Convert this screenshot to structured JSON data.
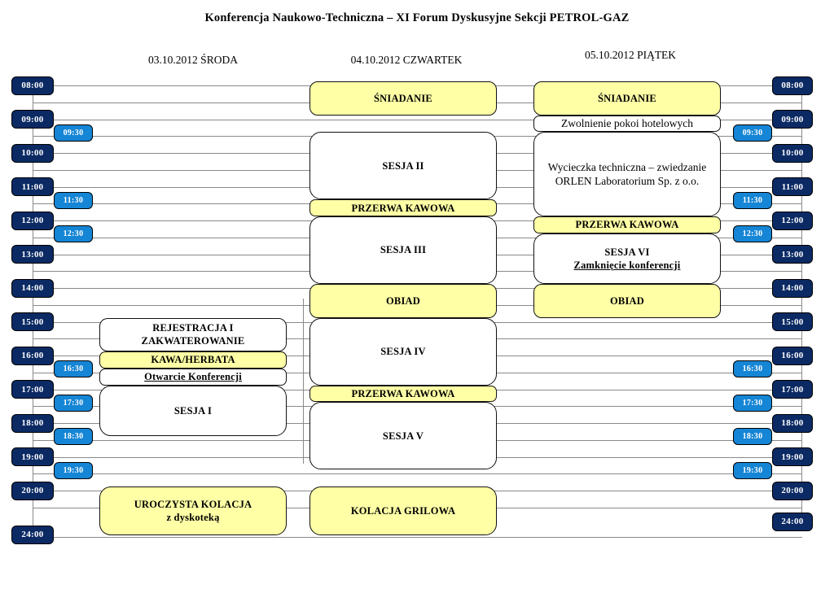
{
  "title": "Konferencja Naukowo-Techniczna – XI Forum Dyskusyjne Sekcji PETROL-GAZ",
  "days": [
    {
      "header": "03.10.2012 ŚRODA",
      "events": [
        {
          "lines": [
            "REJESTRACJA I",
            "ZAKWATEROWANIE"
          ],
          "kind": "session",
          "start": "15:00",
          "end": "16:00"
        },
        {
          "lines": [
            "KAWA/HERBATA"
          ],
          "kind": "break",
          "start": "16:00",
          "end": "16:30"
        },
        {
          "lines": [
            {
              "t": "Otwarcie Konferencji",
              "u": true
            }
          ],
          "kind": "session",
          "start": "16:30",
          "end": "17:00"
        },
        {
          "lines": [
            "SESJA I"
          ],
          "kind": "session",
          "start": "17:00",
          "end": "18:30"
        },
        {
          "lines": [
            "UROCZYSTA KOLACJA",
            "z dyskoteką"
          ],
          "kind": "break",
          "start": "20:00",
          "end": "24:00"
        }
      ]
    },
    {
      "header": "04.10.2012 CZWARTEK",
      "events": [
        {
          "lines": [
            "ŚNIADANIE"
          ],
          "kind": "break",
          "start": "08:00",
          "end": "09:00"
        },
        {
          "lines": [
            "SESJA II"
          ],
          "kind": "session",
          "start": "09:30",
          "end": "11:30"
        },
        {
          "lines": [
            "PRZERWA KAWOWA"
          ],
          "kind": "break",
          "start": "11:30",
          "end": "12:00"
        },
        {
          "lines": [
            "SESJA III"
          ],
          "kind": "session",
          "start": "12:00",
          "end": "14:00"
        },
        {
          "lines": [
            "OBIAD"
          ],
          "kind": "break",
          "start": "14:00",
          "end": "15:00"
        },
        {
          "lines": [
            "SESJA IV"
          ],
          "kind": "session",
          "start": "15:00",
          "end": "17:00"
        },
        {
          "lines": [
            "PRZERWA KAWOWA"
          ],
          "kind": "break",
          "start": "17:00",
          "end": "17:30"
        },
        {
          "lines": [
            "SESJA V"
          ],
          "kind": "session",
          "start": "17:30",
          "end": "19:30"
        },
        {
          "lines": [
            "KOLACJA GRILOWA"
          ],
          "kind": "break",
          "start": "20:00",
          "end": "24:00"
        }
      ]
    },
    {
      "header": "05.10.2012 PIĄTEK",
      "events": [
        {
          "lines": [
            "ŚNIADANIE"
          ],
          "kind": "break",
          "start": "08:00",
          "end": "09:00"
        },
        {
          "lines": [
            "Zwolnienie pokoi hotelowych"
          ],
          "kind": "session",
          "plain": true,
          "start": "09:00",
          "end": "09:30"
        },
        {
          "lines": [
            "Wycieczka techniczna – zwiedzanie",
            "ORLEN Laboratorium Sp. z o.o."
          ],
          "kind": "session",
          "plain": true,
          "start": "09:30",
          "end": "12:00"
        },
        {
          "lines": [
            "PRZERWA KAWOWA"
          ],
          "kind": "break",
          "start": "12:00",
          "end": "12:30"
        },
        {
          "lines": [
            "SESJA VI",
            {
              "t": "Zamknięcie konferencji",
              "u": true
            }
          ],
          "kind": "session",
          "start": "12:30",
          "end": "14:00"
        },
        {
          "lines": [
            "OBIAD"
          ],
          "kind": "break",
          "start": "14:00",
          "end": "15:00"
        }
      ]
    }
  ],
  "time_axis": {
    "hour_labels": [
      "08:00",
      "09:00",
      "10:00",
      "11:00",
      "12:00",
      "13:00",
      "14:00",
      "15:00",
      "16:00",
      "17:00",
      "18:00",
      "19:00",
      "20:00",
      "24:00"
    ],
    "half_hour_labels": [
      "09:30",
      "11:30",
      "12:30",
      "16:30",
      "17:30",
      "18:30",
      "19:30"
    ]
  },
  "colors": {
    "hour_badge": "#0B2A64",
    "half_hour_badge": "#1585D5",
    "break_fill": "#FFFFA6",
    "session_fill": "#FFFFFF",
    "grid_line": "#8A8A8A",
    "badge_text": "#FFFFFF"
  }
}
